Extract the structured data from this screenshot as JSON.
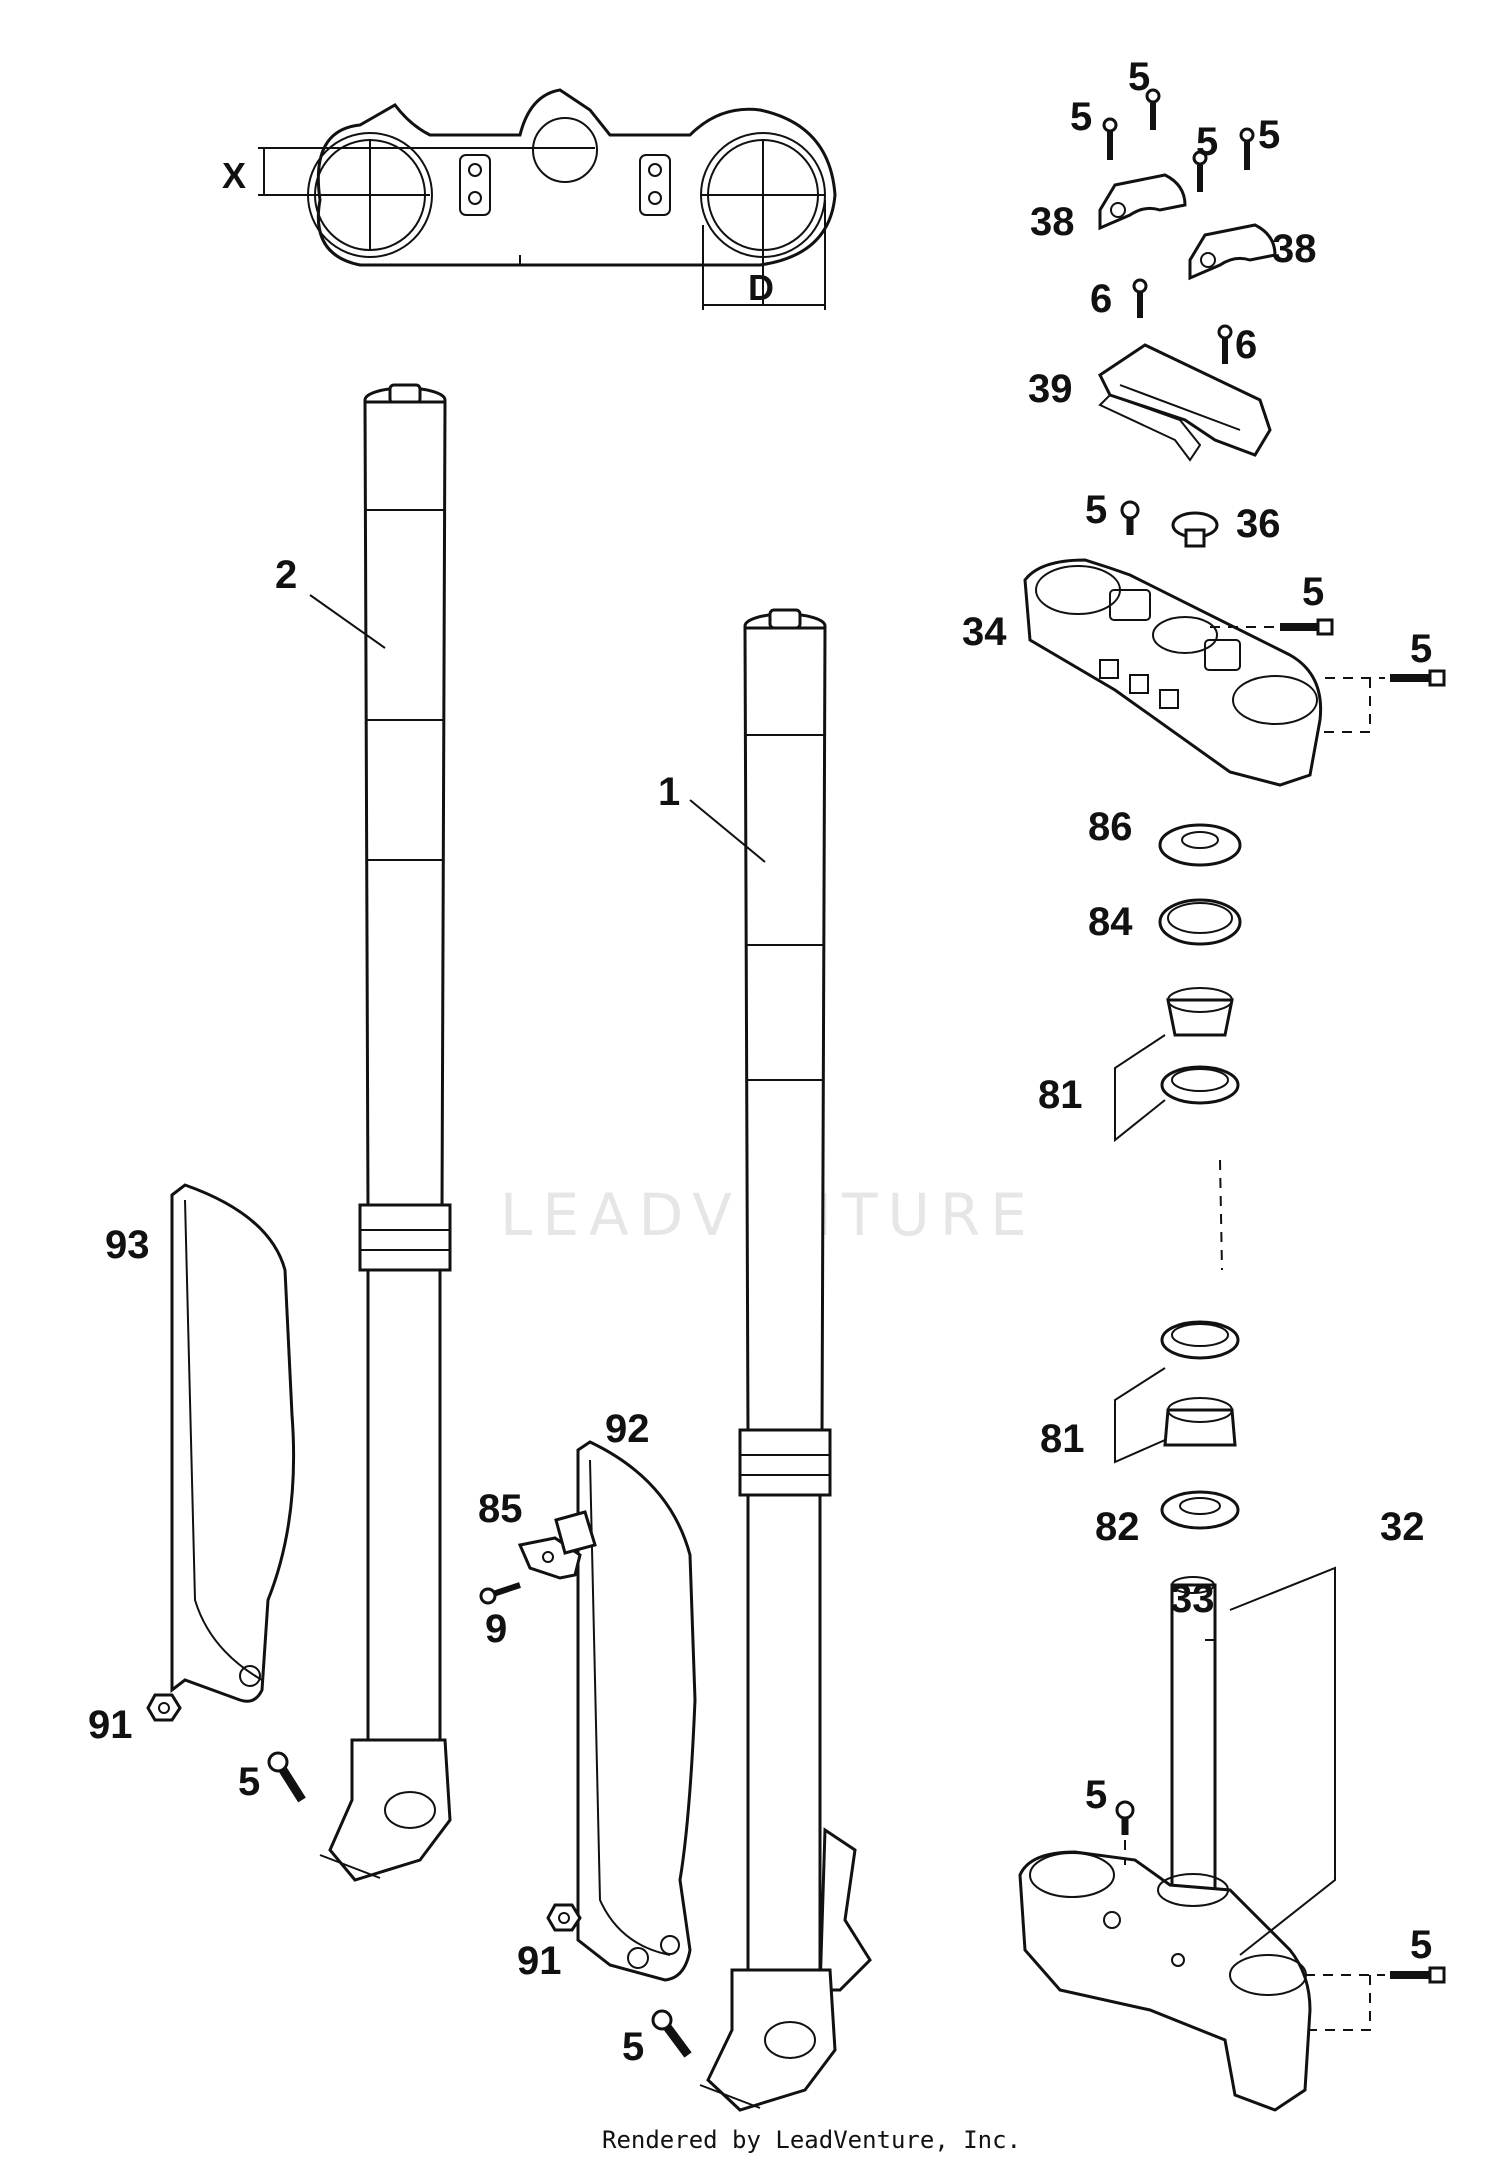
{
  "watermark": "LEADVENTURE",
  "footer": "Rendered by LeadVenture, Inc.",
  "dimensions": {
    "x": "X",
    "d": "D"
  },
  "callouts": {
    "c1": "1",
    "c2": "2",
    "c5_a": "5",
    "c5_b": "5",
    "c5_c": "5",
    "c5_d": "5",
    "c38_a": "38",
    "c38_b": "38",
    "c6_a": "6",
    "c6_b": "6",
    "c39": "39",
    "c5_e": "5",
    "c36": "36",
    "c5_f": "5",
    "c34": "34",
    "c5_g": "5",
    "c86": "86",
    "c84": "84",
    "c81_a": "81",
    "c81_b": "81",
    "c82": "82",
    "c32": "32",
    "c33": "33",
    "c5_h": "5",
    "c5_i": "5",
    "c93": "93",
    "c92": "92",
    "c85": "85",
    "c9": "9",
    "c91_a": "91",
    "c91_b": "91",
    "c5_j": "5",
    "c5_k": "5"
  }
}
